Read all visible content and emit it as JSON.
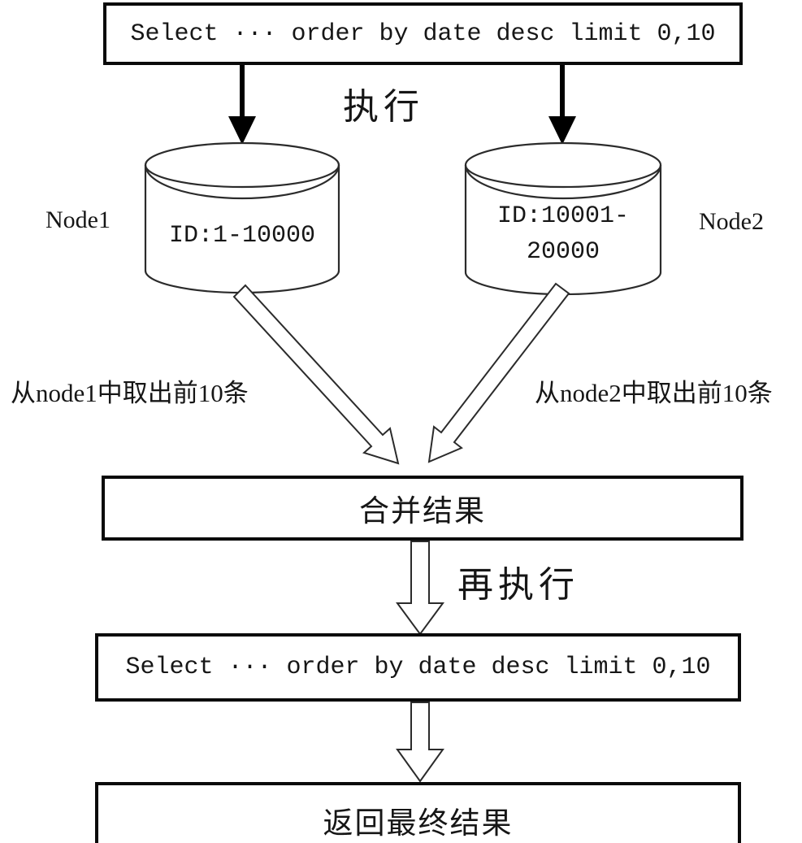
{
  "diagram": {
    "initial_query": {
      "label": "Select ··· order by date desc limit 0,10"
    },
    "execute_label": "执行",
    "node1": {
      "name": "Node1",
      "id_range": "ID:1-10000",
      "fetch_label": "从node1中取出前10条"
    },
    "node2": {
      "name": "Node2",
      "id_range_line1": "ID:10001-",
      "id_range_line2": "20000",
      "fetch_label": "从node2中取出前10条"
    },
    "merge_label": "合并结果",
    "re_execute_label": "再执行",
    "requery": {
      "label": "Select ··· order by date desc limit 0,10"
    },
    "final_label": "返回最终结果",
    "colors": {
      "box_border": "#0a0a0a",
      "shape_stroke": "#2b2b2b",
      "arrow_fill_solid": "#000000",
      "arrow_fill_hollow": "#ffffff",
      "background": "#ffffff"
    }
  }
}
